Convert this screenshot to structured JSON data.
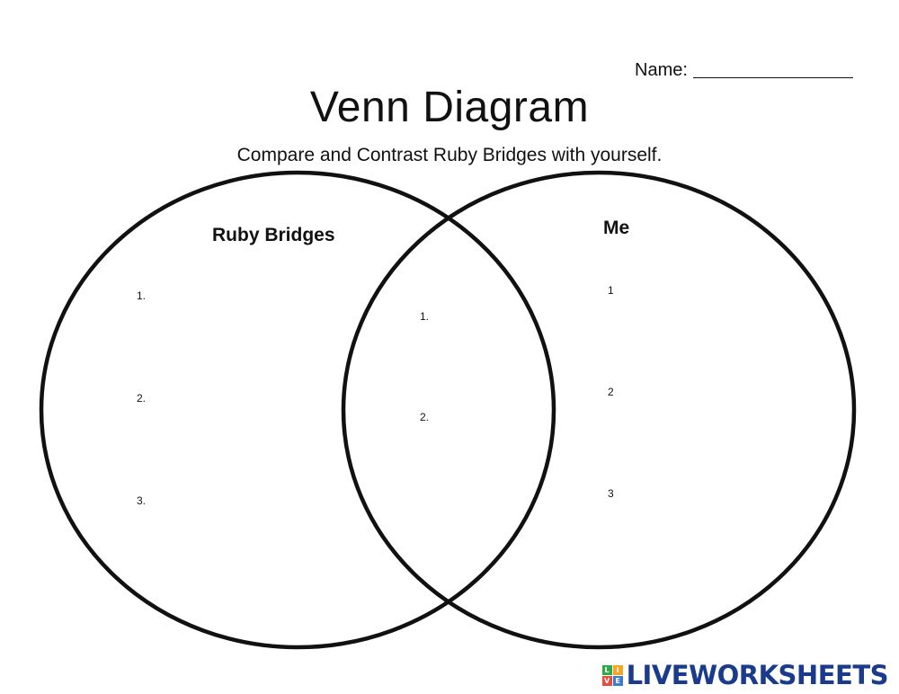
{
  "header": {
    "name_label": "Name:",
    "title": "Venn Diagram",
    "subtitle": "Compare and Contrast Ruby Bridges with yourself."
  },
  "venn": {
    "left_label": "Ruby Bridges",
    "right_label": "Me",
    "left_items": [
      "1.",
      "2.",
      "3."
    ],
    "middle_items": [
      "1.",
      "2."
    ],
    "right_items": [
      "1",
      "2",
      "3"
    ]
  },
  "branding": {
    "logo_letters": [
      "L",
      "I",
      "V",
      "E"
    ],
    "logo_colors": [
      "#2eaa4a",
      "#f5a623",
      "#e94b3c",
      "#3b7bd8"
    ],
    "text": "LIVEWORKSHEETS",
    "text_color": "#1a3a8c"
  }
}
